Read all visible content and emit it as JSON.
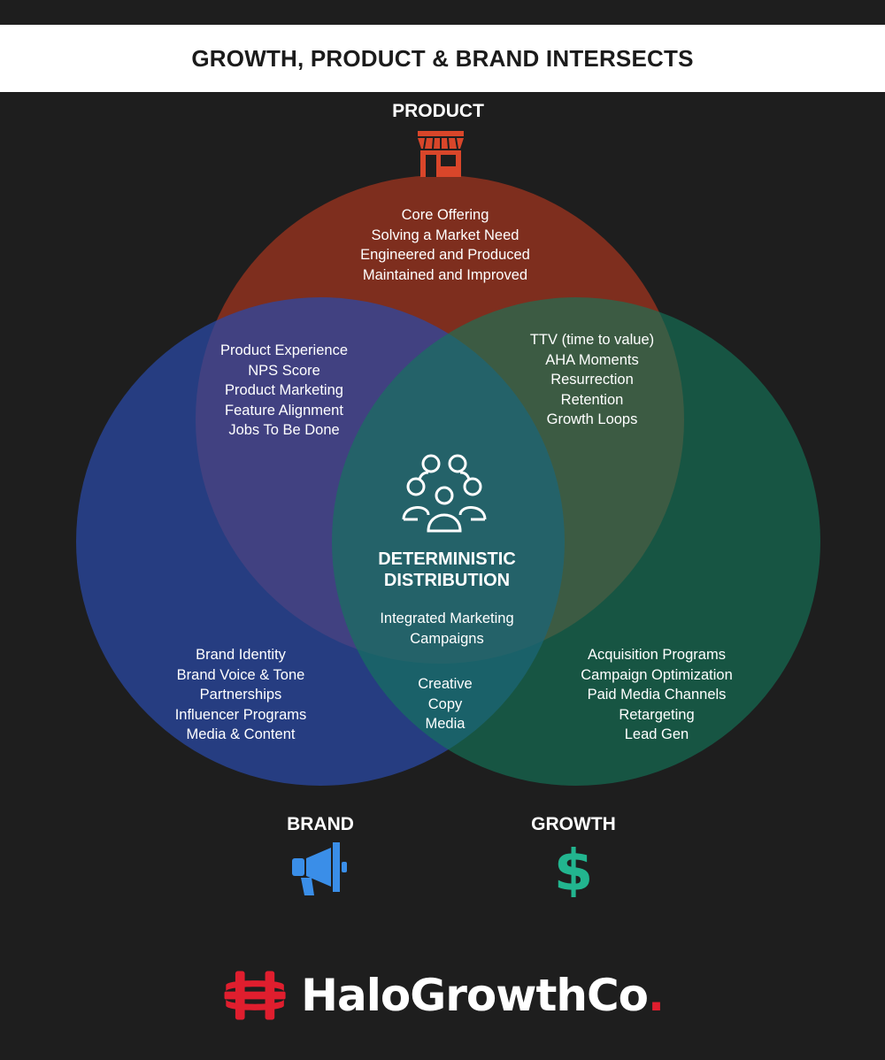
{
  "header": {
    "title": "GROWTH, PRODUCT & BRAND INTERSECTS"
  },
  "colors": {
    "product": "#a3341f",
    "brand": "#223f8f",
    "growth": "#12604a",
    "product_icon": "#d9462a",
    "brand_icon": "#3a8ee8",
    "growth_icon": "#22b58f",
    "logo_red": "#e01e2e"
  },
  "circles": {
    "product": {
      "label": "PRODUCT",
      "icon": "storefront-icon",
      "items": [
        "Core Offering",
        "Solving a Market Need",
        "Engineered and Produced",
        "Maintained and Improved"
      ]
    },
    "brand": {
      "label": "BRAND",
      "icon": "megaphone-icon",
      "items": [
        "Brand Identity",
        "Brand Voice & Tone",
        "Partnerships",
        "Influencer Programs",
        "Media & Content"
      ]
    },
    "growth": {
      "label": "GROWTH",
      "icon": "dollar-icon",
      "items": [
        "Acquisition Programs",
        "Campaign Optimization",
        "Paid Media Channels",
        "Retargeting",
        "Lead Gen"
      ]
    }
  },
  "overlaps": {
    "product_brand": [
      "Product Experience",
      "NPS Score",
      "Product Marketing",
      "Feature Alignment",
      "Jobs To Be Done"
    ],
    "product_growth": [
      "TTV (time to value)",
      "AHA Moments",
      "Resurrection",
      "Retention",
      "Growth Loops"
    ],
    "brand_growth": [
      "Creative",
      "Copy",
      "Media"
    ]
  },
  "center": {
    "icon": "people-group-icon",
    "title_line1": "DETERMINISTIC",
    "title_line2": "DISTRIBUTION",
    "items": [
      "Integrated Marketing",
      "Campaigns"
    ]
  },
  "logo": {
    "text": "HaloGrowthCo",
    "dot": ".",
    "icon": "halo-logo-icon"
  }
}
